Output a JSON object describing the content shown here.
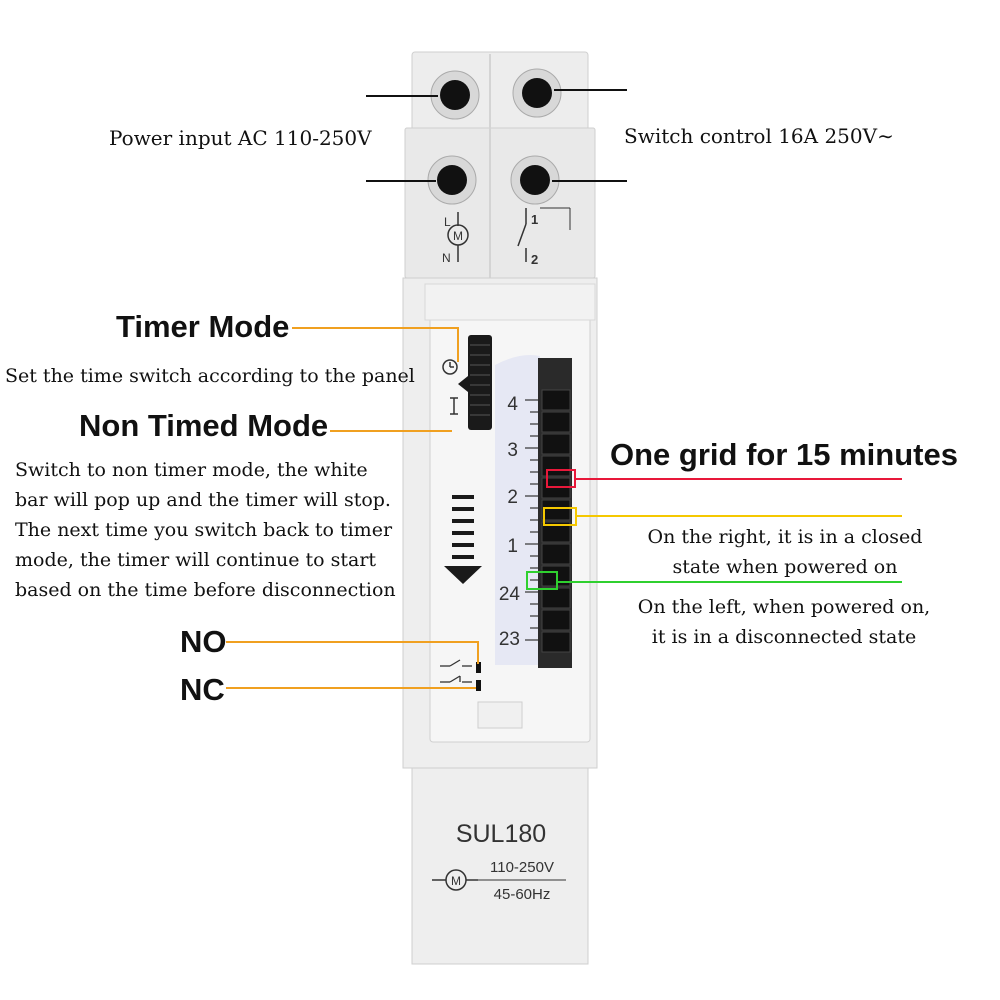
{
  "labels": {
    "power_input": "Power input AC 110-250V",
    "switch_control": "Switch control 16A 250V∼",
    "timer_mode_title": "Timer Mode",
    "timer_mode_desc": "Set the time switch according to the panel",
    "non_timed_title": "Non Timed Mode",
    "non_timed_desc": [
      "Switch to non timer mode, the white",
      "bar will pop up and the timer will stop.",
      "The next time you switch back to timer",
      "mode, the timer will continue to start",
      "based on the time before disconnection"
    ],
    "one_grid": "One grid for 15 minutes",
    "right_closed": [
      "On the right, it is in a closed",
      "state when powered on"
    ],
    "left_disconnected": [
      "On the left, when powered on,",
      "it is in a disconnected state"
    ],
    "no": "NO",
    "nc": "NC"
  },
  "device": {
    "model": "SUL180",
    "voltage": "110-250V",
    "frequency": "45-60Hz",
    "terminal_L": "L",
    "terminal_N": "N",
    "terminal_1": "1",
    "terminal_2": "2",
    "dial_hours": [
      "4",
      "3",
      "2",
      "1",
      "24",
      "23"
    ]
  },
  "colors": {
    "orange_leader": "#f0a020",
    "red_marker": "#e8183a",
    "yellow_marker": "#f5c800",
    "green_marker": "#2fd02f",
    "device_body": "#ececec"
  }
}
